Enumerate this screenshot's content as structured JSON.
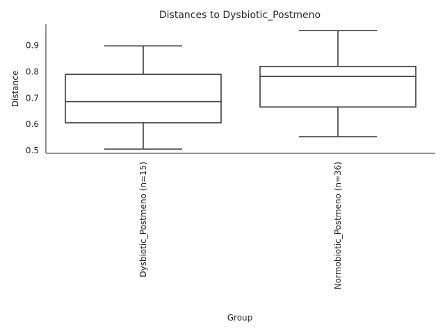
{
  "chart_data": {
    "type": "box",
    "title": "Distances to Dysbiotic_Postmeno",
    "xlabel": "Group",
    "ylabel": "Distance",
    "ylim": [
      0.49,
      0.98
    ],
    "yticks": [
      0.5,
      0.6,
      0.7,
      0.8,
      0.9
    ],
    "grid": false,
    "categories": [
      "Dysbiotic_Postmeno (n=15)",
      "Normobiotic_Postmeno (n=36)"
    ],
    "boxes": [
      {
        "whisker_low": 0.506,
        "q1": 0.606,
        "median": 0.686,
        "q3": 0.79,
        "whisker_high": 0.898
      },
      {
        "whisker_low": 0.553,
        "q1": 0.666,
        "median": 0.782,
        "q3": 0.82,
        "whisker_high": 0.956
      }
    ]
  }
}
